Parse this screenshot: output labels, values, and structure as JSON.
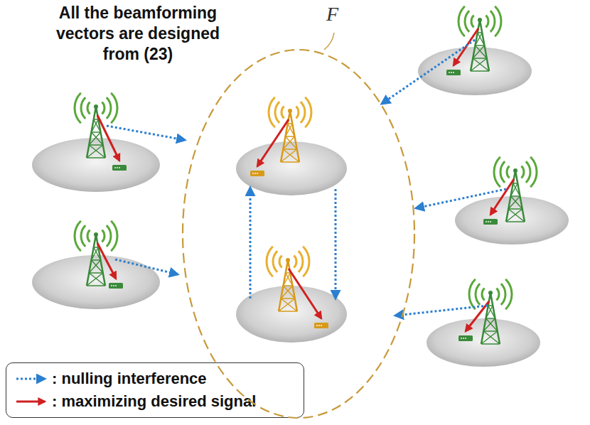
{
  "diagram": {
    "title": "All the beamforming vectors are designed from (23)",
    "nodes": [
      {
        "text": [
          "F"
        ]
      }
    ],
    "legend": [
      {
        "text": ": nulling interference"
      },
      {
        "text": ": maximizing desired signal"
      }
    ]
  }
}
